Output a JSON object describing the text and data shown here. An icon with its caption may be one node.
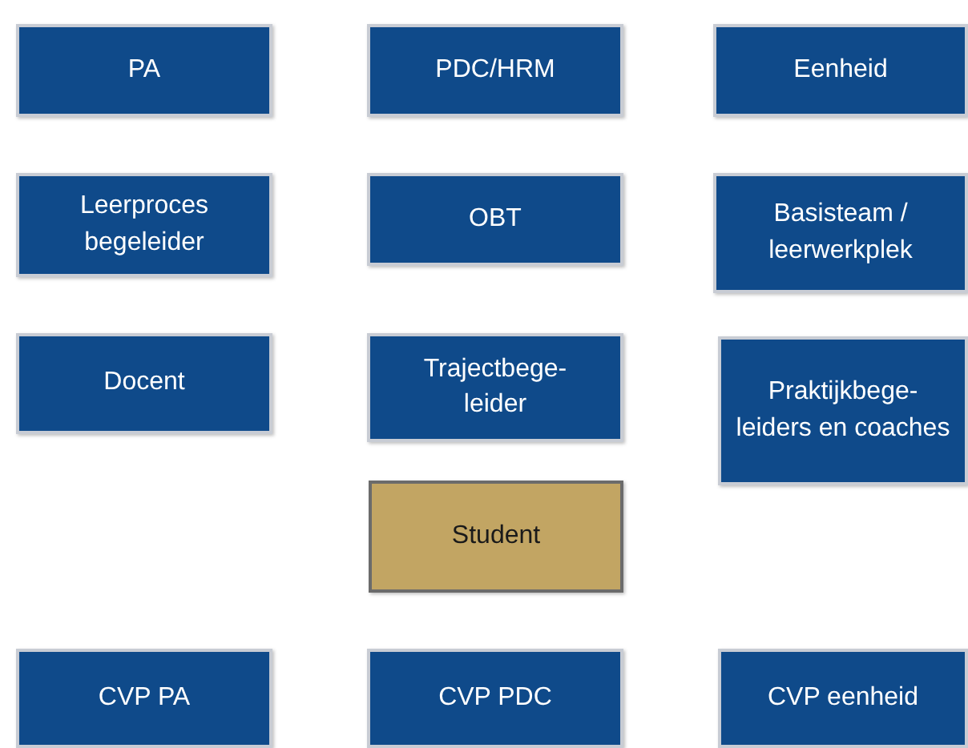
{
  "diagram": {
    "nodes": [
      {
        "text": [
          "PA"
        ]
      },
      {
        "text": [
          "PDC/HRM"
        ]
      },
      {
        "text": [
          "Eenheid"
        ]
      },
      {
        "text": [
          "Leerproces begeleider"
        ]
      },
      {
        "text": [
          "OBT"
        ]
      },
      {
        "text": [
          "Basisteam / leerwerkplek"
        ]
      },
      {
        "text": [
          "Docent"
        ]
      },
      {
        "text": [
          "Trajectbege- leider"
        ]
      },
      {
        "text": [
          "Praktijkbege- leiders en coaches"
        ]
      },
      {
        "text": [
          "Student"
        ]
      },
      {
        "text": [
          "CVP PA"
        ]
      },
      {
        "text": [
          "CVP PDC"
        ]
      },
      {
        "text": [
          "CVP eenheid"
        ]
      }
    ]
  }
}
